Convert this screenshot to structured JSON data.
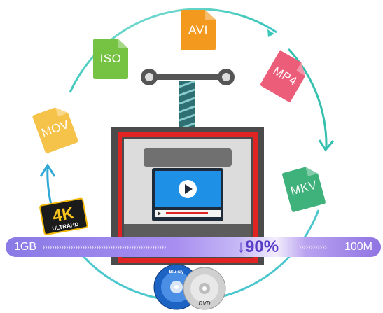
{
  "formats": {
    "avi": "AVI",
    "iso": "ISO",
    "mp4": "MP4",
    "mov": "MOV",
    "mkv": "MKV"
  },
  "badge_4k": {
    "main": "4K",
    "sub": "ULTRAHD"
  },
  "compression_bar": {
    "from": "1GB",
    "reduction": "↓90%",
    "to": "100M"
  },
  "disc": {
    "bluray_label": "Blu-ray",
    "dvd_label": "DVD"
  },
  "colors": {
    "avi": "#f39a1e",
    "iso": "#76c343",
    "mp4": "#ec5d7a",
    "mov": "#f6c34a",
    "mkv": "#3fb27b",
    "press_frame": "#4b4b4b",
    "press_red": "#e02424",
    "screen": "#1e90e6",
    "cycle_arrow": "#5fd3c8"
  }
}
